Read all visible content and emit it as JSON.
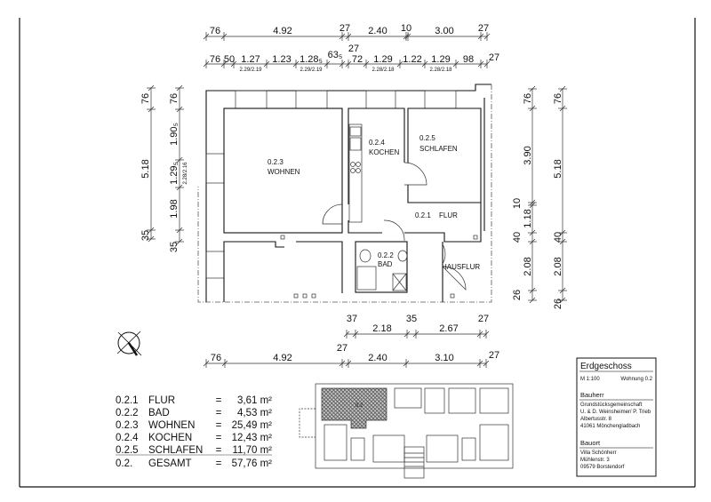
{
  "dims_top": {
    "r1": [
      "76",
      "4.92",
      "27",
      "2.40",
      "10",
      "3.00",
      "27"
    ],
    "r2": [
      "76",
      "50",
      "1.27",
      "1.23",
      "1.28₅",
      "63₅",
      "27",
      "72",
      "1.29",
      "1.22",
      "1.29",
      "98",
      "27"
    ],
    "sub": [
      "2.29/2.19",
      "2.29/2.19",
      "2.28/2.18",
      "2.28/2.18"
    ]
  },
  "dims_left": {
    "outer": [
      "76",
      "5.18",
      "35"
    ],
    "inner": [
      "76",
      "1.90₅",
      "1.29₅",
      "1.98",
      "35"
    ],
    "sub": "2.28/2.16"
  },
  "dims_right": {
    "inner": [
      "76",
      "3.90",
      "10",
      "1.18",
      "40",
      "2.08",
      "26"
    ],
    "outer": [
      "76",
      "5.18",
      "40",
      "2.08",
      "26"
    ]
  },
  "dims_bottom": {
    "r1": [
      "37",
      "2.18",
      "35",
      "2.67",
      "27"
    ],
    "r2": [
      "76",
      "4.92",
      "27",
      "2.40",
      "3.10",
      "27"
    ]
  },
  "rooms": [
    {
      "num": "0.2.3",
      "name": "WOHNEN"
    },
    {
      "num": "0.2.4",
      "name": "KOCHEN"
    },
    {
      "num": "0.2.5",
      "name": "SCHLAFEN"
    },
    {
      "num": "0.2.1",
      "name": "FLUR"
    },
    {
      "num": "0.2.2",
      "name": "BAD"
    },
    {
      "num": "",
      "name": "HAUSFLUR"
    }
  ],
  "areas": [
    {
      "num": "0.2.1",
      "name": "FLUR",
      "eq": "=",
      "value": "3,61 m²"
    },
    {
      "num": "0.2.2",
      "name": "BAD",
      "eq": "=",
      "value": "4,53 m²"
    },
    {
      "num": "0.2.3",
      "name": "WOHNEN",
      "eq": "=",
      "value": "25,49 m²"
    },
    {
      "num": "0.2.4",
      "name": "KOCHEN",
      "eq": "=",
      "value": "12,43 m²"
    },
    {
      "num": "0.2.5",
      "name": "SCHLAFEN",
      "eq": "=",
      "value": "11,70 m²"
    },
    {
      "num": "0.2.",
      "name": "GESAMT",
      "eq": "=",
      "value": "57,76 m²"
    }
  ],
  "keyplan": {
    "label": "0.2"
  },
  "titleblock": {
    "floor": "Erdgeschoss",
    "scale": "M 1:100",
    "unit": "Wohnung 0.2",
    "client_heading": "Bauherr",
    "client": [
      "Grundstücksgemeinschaft",
      "U. & D. Weinsheimer/ P. Trieb",
      "Albertusstr. 8",
      "41061 Mönchengladbach"
    ],
    "site_heading": "Bauort",
    "site": [
      "Villa Schönherr",
      "Mühlenstr. 3",
      "09579 Borstendorf"
    ]
  }
}
